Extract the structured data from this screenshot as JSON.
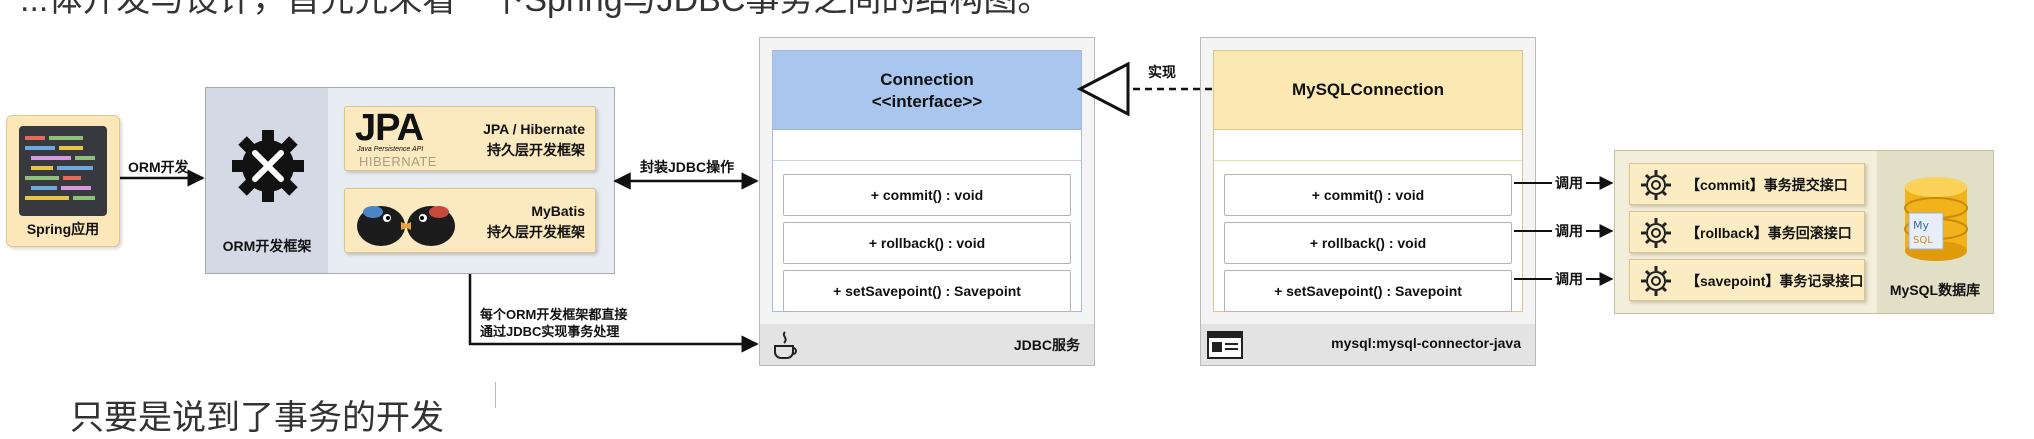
{
  "page": {
    "top_partial_text": "...体开发与设计，首先先来看一下Spring与JDBC事务之间的结构图。",
    "bottom_partial_text": "只要是说到了事务的开发"
  },
  "spring": {
    "label": "Spring应用"
  },
  "edges": {
    "orm_dev": "ORM开发",
    "wrap_jdbc": "封装JDBC操作",
    "orm_note_line1": "每个ORM开发框架都直接",
    "orm_note_line2": "通过JDBC实现事务处理",
    "implements": "实现",
    "call": "调用"
  },
  "orm": {
    "label": "ORM开发框架",
    "frameworks": [
      {
        "title": "JPA / Hibernate",
        "subtitle": "持久层开发框架",
        "logo_text": "JPA",
        "logo_sub": "Java Persistence API",
        "logo_hibernate": "HIBERNATE"
      },
      {
        "title": "MyBatis",
        "subtitle": "持久层开发框架"
      }
    ]
  },
  "jdbc": {
    "interface_name": "Connection",
    "stereotype": "<<interface>>",
    "methods": [
      "+ commit() : void",
      "+ rollback() : void",
      "+ setSavepoint() : Savepoint"
    ],
    "footer": "JDBC服务"
  },
  "mysql_connector": {
    "class_name": "MySQLConnection",
    "methods": [
      "+ commit() : void",
      "+ rollback() : void",
      "+ setSavepoint() : Savepoint"
    ],
    "footer": "mysql:mysql-connector-java"
  },
  "database": {
    "label": "MySQL数据库",
    "interfaces": [
      "【commit】事务提交接口",
      "【rollback】事务回滚接口",
      "【savepoint】事务记录接口"
    ]
  },
  "colors": {
    "interface_head": "#a8c6ee",
    "impl_head": "#fce8b2",
    "card": "#fbe9bf",
    "db_bg": "#f1efdb"
  }
}
